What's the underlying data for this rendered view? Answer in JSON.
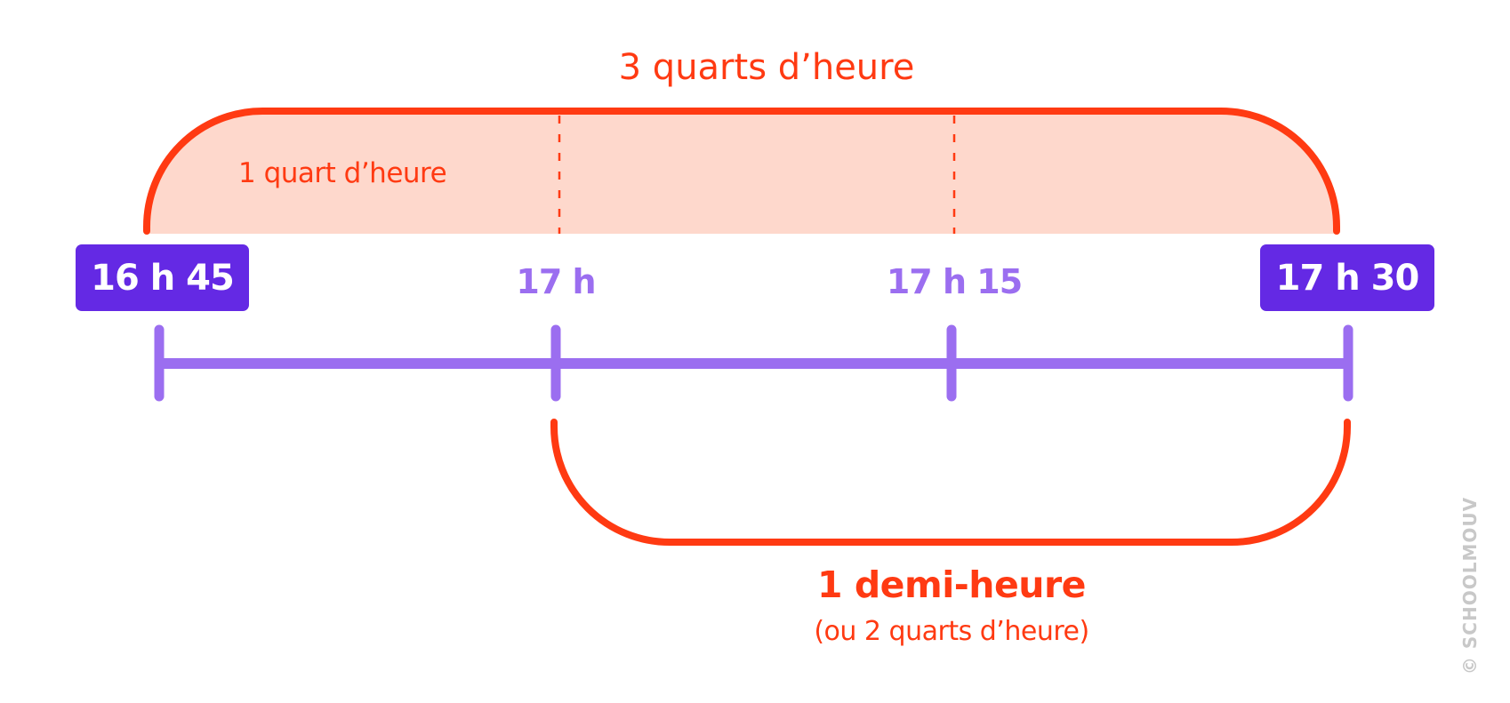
{
  "diagram": {
    "top_bracket": {
      "label": "3 quarts d’heure",
      "inner_label": "1 quart d’heure"
    },
    "bottom_bracket": {
      "label": "1 demi-heure",
      "sublabel": "(ou 2 quarts d’heure)"
    },
    "timeline": {
      "ticks": [
        {
          "label": "16 h 45",
          "highlighted": true
        },
        {
          "label": "17 h",
          "highlighted": false
        },
        {
          "label": "17 h 15",
          "highlighted": false
        },
        {
          "label": "17 h 30",
          "highlighted": true
        }
      ]
    },
    "watermark": "© SCHOOLMOUV",
    "colors": {
      "accent_red": "#ff3a12",
      "fill_peach": "#fed8cc",
      "timeline_purple": "#9b6ef0",
      "box_purple": "#6429e4",
      "watermark_gray": "#c8c8c8"
    }
  }
}
